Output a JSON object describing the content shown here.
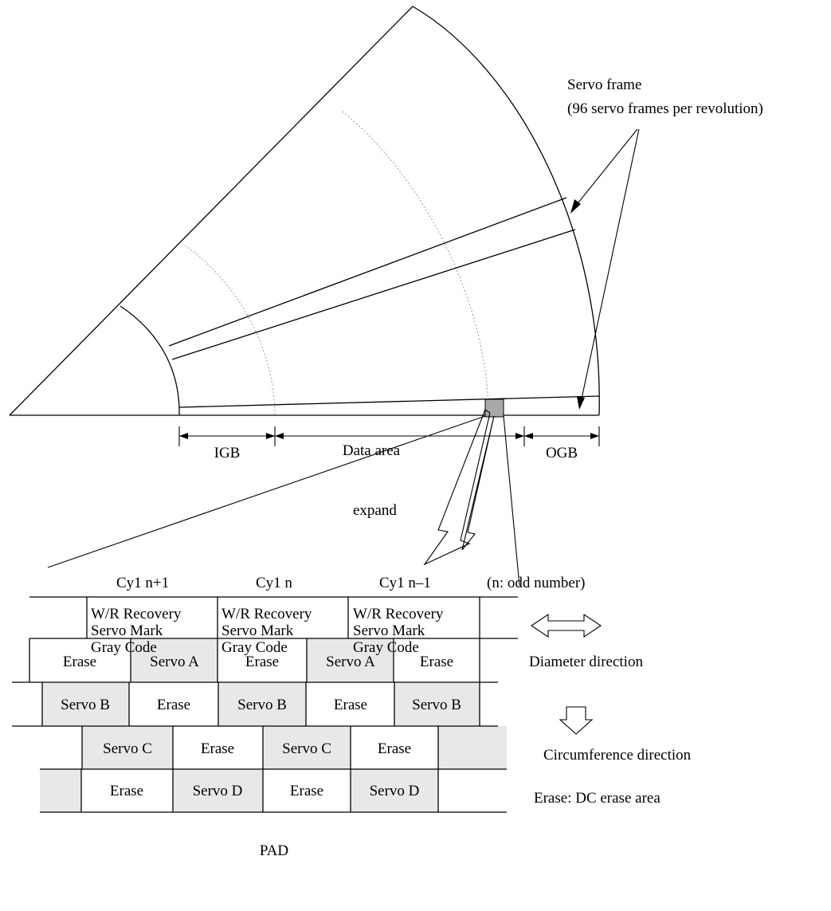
{
  "labels": {
    "servo_frame_title": "Servo frame",
    "servo_frame_note": "(96 servo frames per revolution)",
    "igb": "IGB",
    "data_area": "Data area",
    "ogb": "OGB",
    "expand": "expand",
    "cyl_n_plus_1": "Cy1 n+1",
    "cyl_n": "Cy1 n",
    "cyl_n_minus_1": "Cy1 n–1",
    "odd_note": "(n: odd number)",
    "diameter_direction": "Diameter direction",
    "circumference_direction": "Circumference direction",
    "erase_legend": "Erase:  DC erase area",
    "pad": "PAD"
  },
  "header_cell": {
    "line1": "W/R Recovery",
    "line2": "Servo Mark",
    "line3": "Gray Code"
  },
  "rows": [
    [
      "Erase",
      "Servo A",
      "Erase",
      "Servo A",
      "Erase"
    ],
    [
      "Servo B",
      "Erase",
      "Servo B",
      "Erase",
      "Servo B"
    ],
    [
      "Servo C",
      "Erase",
      "Servo C",
      "Erase"
    ],
    [
      "Erase",
      "Servo D",
      "Erase",
      "Servo D"
    ]
  ],
  "colors": {
    "servo_fill": "#e8e8e8",
    "magnified_box": "#a8a8a8",
    "guide_circle": "#9a9a9a"
  }
}
